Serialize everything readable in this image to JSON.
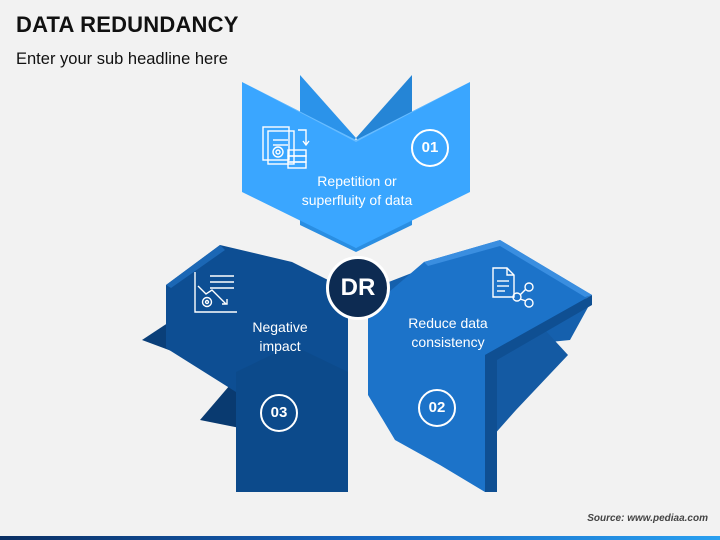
{
  "title": "DATA REDUNDANCY",
  "subtitle": "Enter your sub headline here",
  "hub": {
    "label": "DR"
  },
  "segments": [
    {
      "number": "01",
      "text": "Repetition or\nsuperfluity of data",
      "icon": "data-server-icon",
      "color": "#3aa6ff"
    },
    {
      "number": "02",
      "text": "Reduce data\nconsistency",
      "icon": "network-document-icon",
      "color": "#1c73c9"
    },
    {
      "number": "03",
      "text": "Negative\nimpact",
      "icon": "declining-chart-gear-icon",
      "color": "#0d4e93"
    }
  ],
  "source": "Source: www.pediaa.com"
}
